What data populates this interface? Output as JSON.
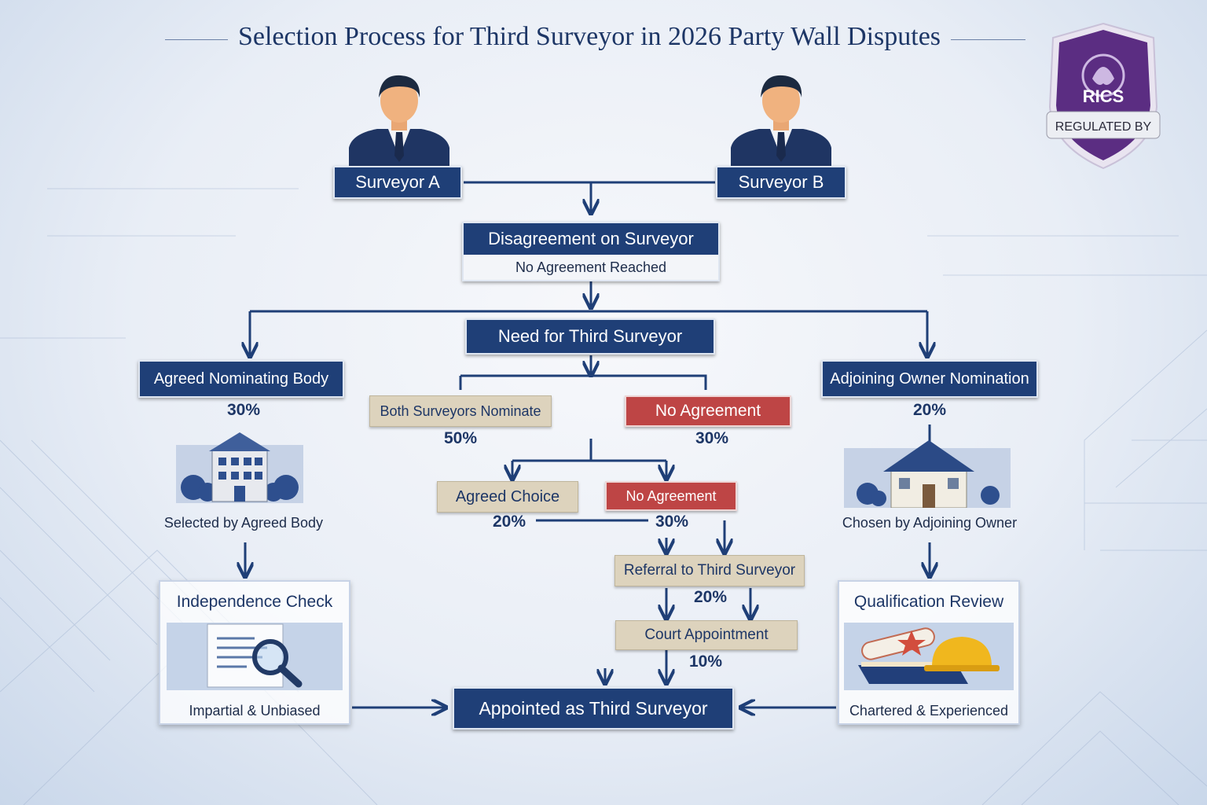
{
  "title": "Selection Process for Third Surveyor in 2026 Party Wall Disputes",
  "badge": {
    "brand": "RICS",
    "ribbon": "REGULATED BY",
    "color": "#5b2d82"
  },
  "surveyors": {
    "a": "Surveyor A",
    "b": "Surveyor B"
  },
  "disagreement": {
    "title": "Disagreement on Surveyor",
    "subtitle": "No Agreement Reached"
  },
  "need": "Need for Third Surveyor",
  "left": {
    "label": "Agreed Nominating Body",
    "pct": "30%",
    "caption": "Selected by Agreed Body",
    "card": {
      "title": "Independence Check",
      "caption": "Impartial & Unbiased"
    }
  },
  "right": {
    "label": "Adjoining Owner Nomination",
    "pct": "20%",
    "caption": "Chosen by Adjoining Owner",
    "card": {
      "title": "Qualification Review",
      "caption": "Chartered & Experienced"
    }
  },
  "middle": {
    "both": {
      "label": "Both Surveyors Nominate",
      "pct": "50%"
    },
    "no_agreement_1": {
      "label": "No Agreement",
      "pct": "30%"
    },
    "agreed_choice": {
      "label": "Agreed Choice",
      "pct": "20%"
    },
    "no_agreement_2": {
      "label": "No Agreement",
      "pct": "30%"
    },
    "referral": {
      "label": "Referral to Third Surveyor",
      "pct": "20%"
    },
    "court": {
      "label": "Court Appointment",
      "pct": "10%"
    }
  },
  "final": "Appointed as Third Surveyor",
  "colors": {
    "navy": "#1f3f77",
    "tan": "#ddd3bd",
    "red": "#be4545",
    "arrow": "#1f3f77"
  }
}
